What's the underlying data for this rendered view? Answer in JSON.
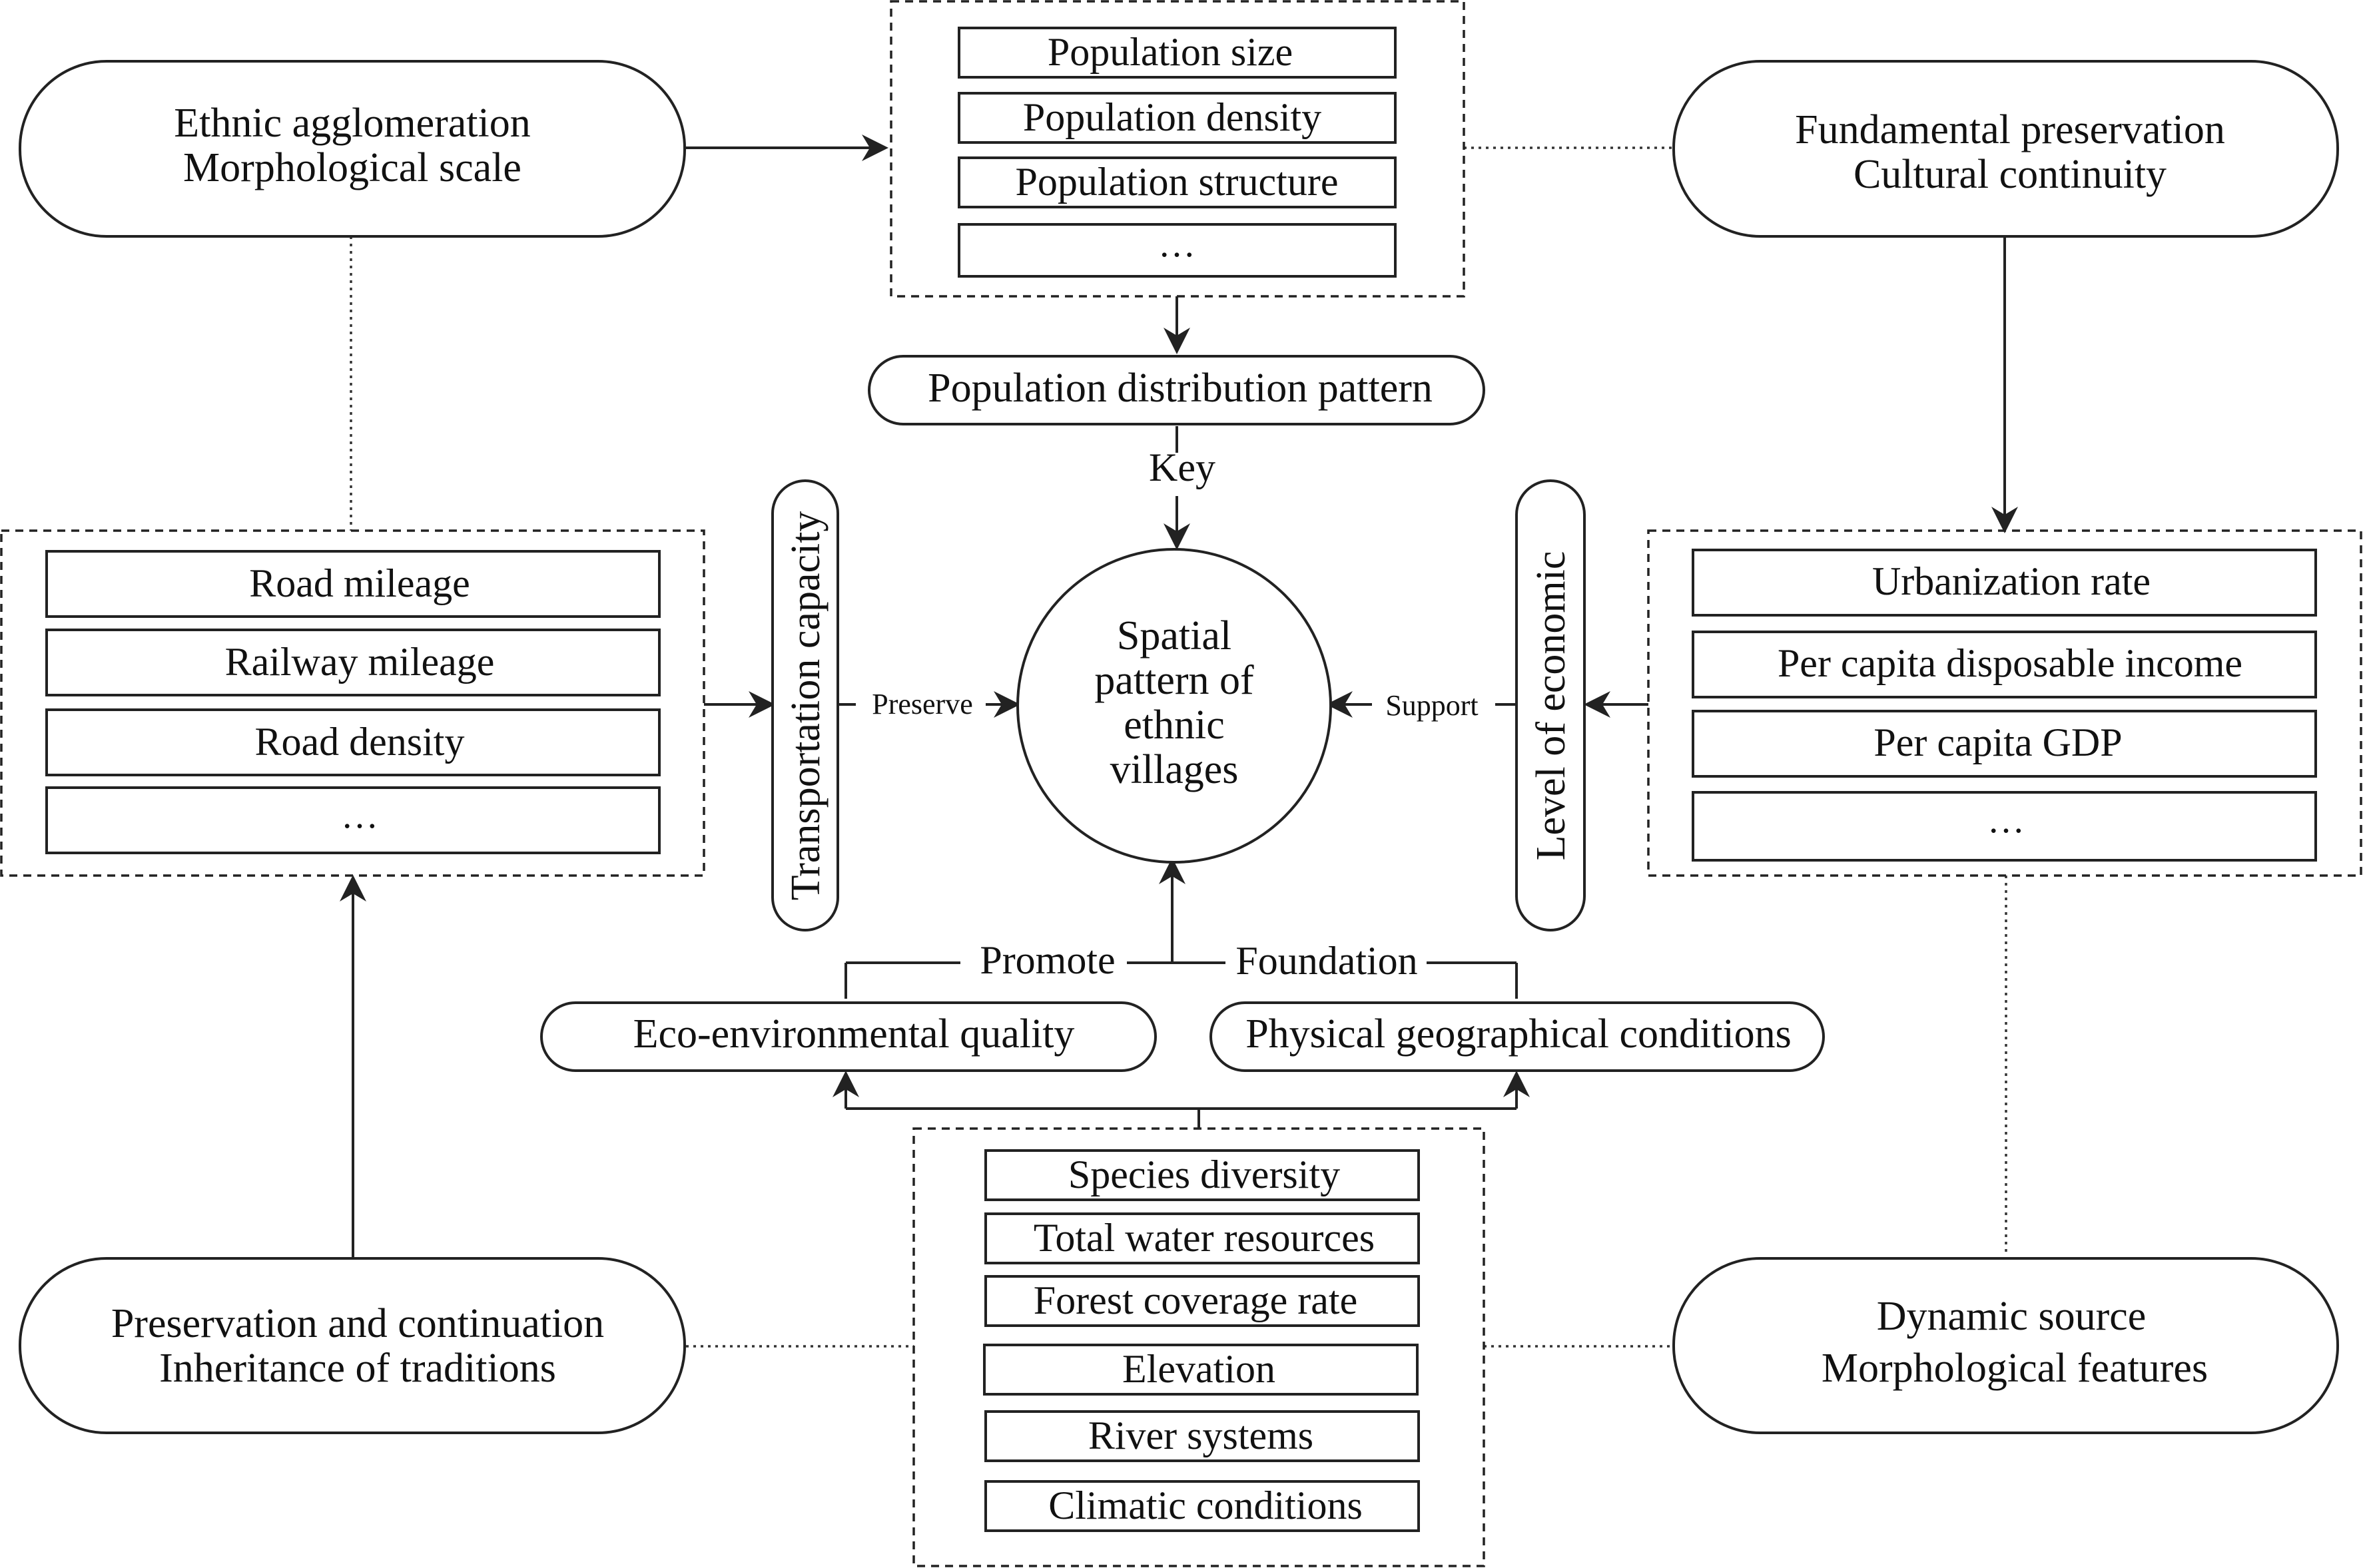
{
  "corners": {
    "top_left": [
      "Ethnic agglomeration",
      "Morphological scale"
    ],
    "top_right": [
      "Fundamental preservation",
      "Cultural continuity"
    ],
    "bottom_left": [
      "Preservation and continuation",
      "Inheritance of traditions"
    ],
    "bottom_right": [
      "Dynamic source",
      "Morphological features"
    ]
  },
  "population_items": [
    "Population size",
    "Population density",
    "Population structure",
    "…"
  ],
  "population_pattern": "Population distribution pattern",
  "key_label": "Key",
  "center": [
    "Spatial",
    "pattern of",
    "ethnic",
    "villages"
  ],
  "transport_items": [
    "Road mileage",
    "Railway mileage",
    "Road density",
    "…"
  ],
  "transport_pill": "Transportation capacity",
  "preserve_label": "Preserve",
  "economic_items": [
    "Urbanization rate",
    "Per capita disposable income",
    "Per capita GDP",
    "…"
  ],
  "economic_pill": "Level of economic",
  "support_label": "Support",
  "promote_label": "Promote",
  "foundation_label": "Foundation",
  "eco_pill": "Eco-environmental quality",
  "physical_pill": "Physical geographical conditions",
  "env_items": [
    "Species diversity",
    "Total water resources",
    "Forest coverage rate",
    "Elevation",
    "River systems",
    "Climatic conditions"
  ]
}
